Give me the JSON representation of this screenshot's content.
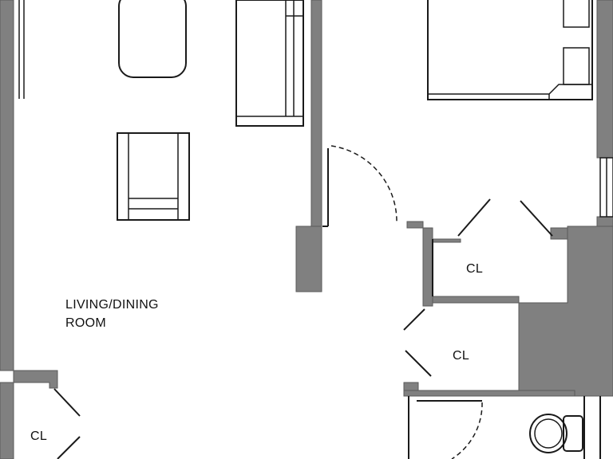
{
  "floor_plan": {
    "labels": {
      "living_dining_line1": "LIVING/DINING",
      "living_dining_line2": "ROOM",
      "closet_bedroom": "CL",
      "closet_hall": "CL",
      "closet_entry": "CL"
    },
    "colors": {
      "wall_fill": "#808080",
      "line": "#1a1a1a",
      "background": "#ffffff"
    }
  }
}
